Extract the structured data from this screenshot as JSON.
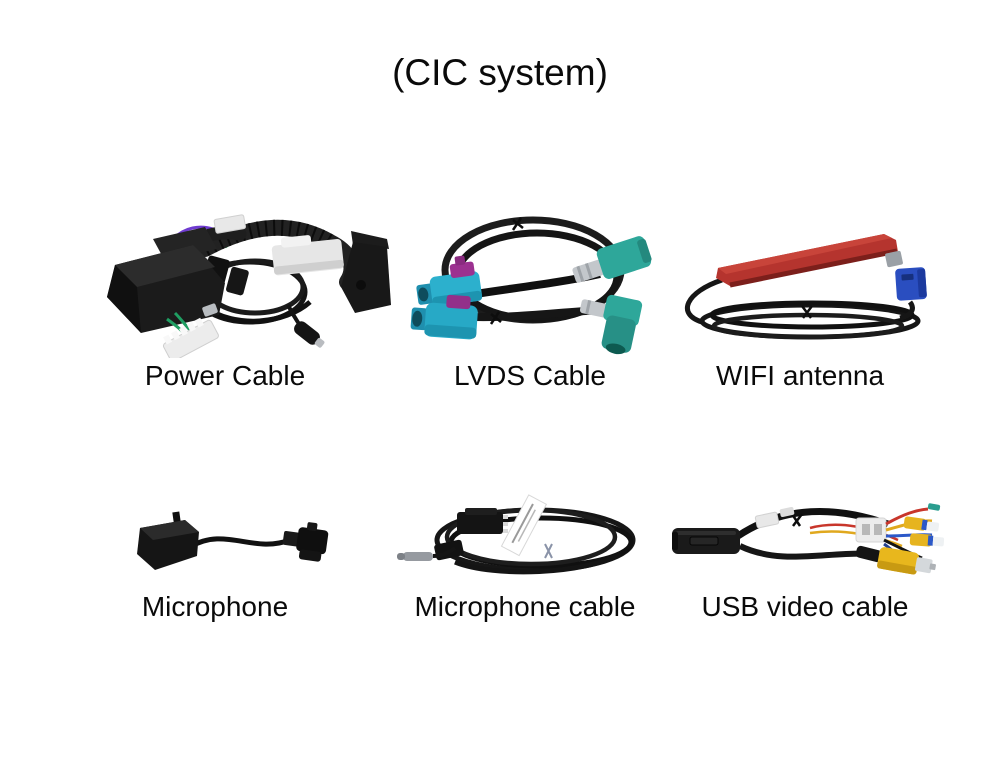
{
  "page": {
    "title": "(CIC system)",
    "background": "#ffffff",
    "text_color": "#0a0a0a"
  },
  "items": [
    {
      "id": "power-cable",
      "label": "Power Cable",
      "icon": "power-cable-harness-illustration"
    },
    {
      "id": "lvds-cable",
      "label": "LVDS Cable",
      "icon": "lvds-cable-coil-illustration"
    },
    {
      "id": "wifi-antenna",
      "label": "WIFI antenna",
      "icon": "wifi-antenna-illustration"
    },
    {
      "id": "microphone",
      "label": "Microphone",
      "icon": "microphone-illustration"
    },
    {
      "id": "microphone-cable",
      "label": "Microphone cable",
      "icon": "microphone-cable-coil-illustration"
    },
    {
      "id": "usb-video-cable",
      "label": "USB video cable",
      "icon": "usb-video-cable-illustration"
    }
  ],
  "colors": {
    "cable_black": "#161616",
    "connector_cyan": "#2cb0cd",
    "connector_teal": "#2ea79a",
    "latch_magenta": "#9c3190",
    "antenna_red": "#b5342e",
    "fakra_blue": "#2a4ec0",
    "rca_yellow": "#e8b71d",
    "metal_silver": "#c3c7cb",
    "white_connector": "#ececec"
  }
}
